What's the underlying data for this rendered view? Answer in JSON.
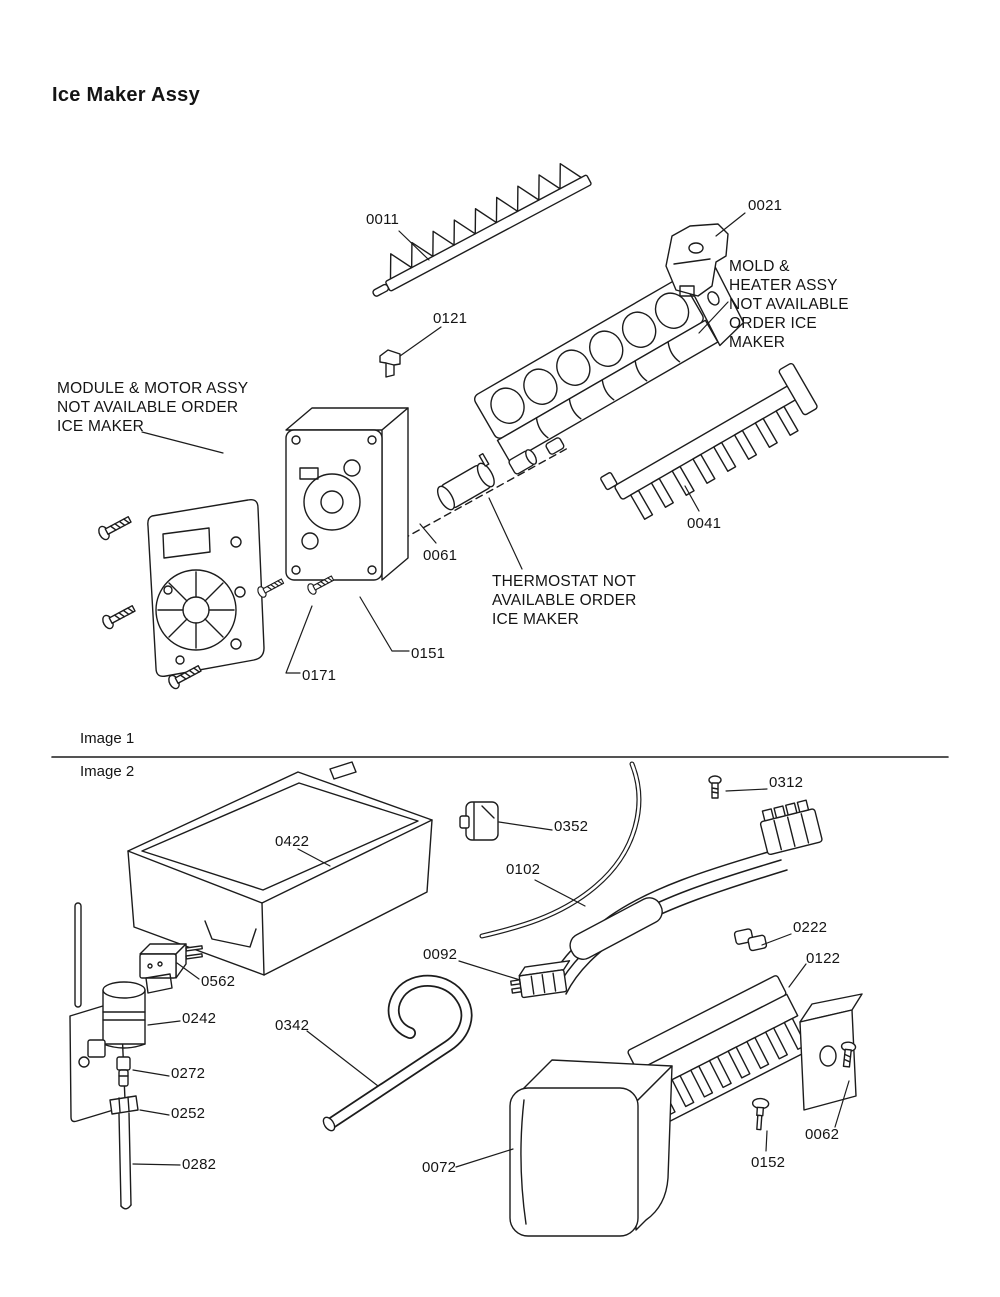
{
  "page": {
    "title": "Ice Maker Assy",
    "image1_label": "Image 1",
    "image2_label": "Image 2"
  },
  "annotations": {
    "mold_heater": "MOLD &\nHEATER ASSY\nNOT AVAILABLE\nORDER ICE\nMAKER",
    "module_motor": "MODULE & MOTOR ASSY\nNOT AVAILABLE ORDER\nICE MAKER",
    "thermostat": "THERMOSTAT NOT\nAVAILABLE ORDER\nICE MAKER"
  },
  "parts": {
    "p0011": "0011",
    "p0021": "0021",
    "p0121": "0121",
    "p0041": "0041",
    "p0061": "0061",
    "p0151": "0151",
    "p0171": "0171",
    "p0312": "0312",
    "p0352": "0352",
    "p0422": "0422",
    "p0102": "0102",
    "p0222": "0222",
    "p0122": "0122",
    "p0562": "0562",
    "p0092": "0092",
    "p0242": "0242",
    "p0342": "0342",
    "p0272": "0272",
    "p0252": "0252",
    "p0282": "0282",
    "p0072": "0072",
    "p0152": "0152",
    "p0062": "0062"
  },
  "colors": {
    "ink": "#1c1c1c",
    "paper": "#ffffff"
  }
}
